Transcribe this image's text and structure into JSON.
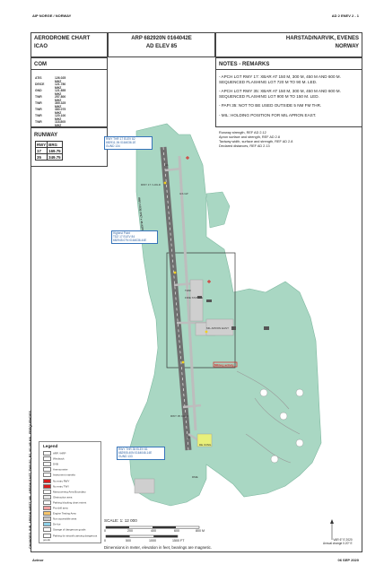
{
  "page_header": {
    "left": "AIP NORGE / NORWAY",
    "right": "AD 2 ENEV 2 - 1"
  },
  "title_block": {
    "chart_title_1": "AERODROME CHART",
    "chart_title_2": "ICAO",
    "arp": "ARP 682920N 0164042E",
    "elev": "AD ELEV 85",
    "aerodrome_1": "HARSTAD/NARVIK, EVENES",
    "aerodrome_2": "NORWAY"
  },
  "com": {
    "heading": "COM",
    "rows": [
      {
        "service": "ATIS",
        "freq": "126.025 MHZ"
      },
      {
        "service": "DEICE",
        "freq": "121.780 MHZ"
      },
      {
        "service": "GND",
        "freq": "121.855 MHZ"
      },
      {
        "service": "TWR",
        "freq": "257.800 MHZ"
      },
      {
        "service": "TWR",
        "freq": "369.325 MHZ"
      },
      {
        "service": "TWR",
        "freq": "380.075 MHZ"
      },
      {
        "service": "TWR",
        "freq": "120.100 MHZ"
      },
      {
        "service": "TWR",
        "freq": "118.805 MHZ"
      }
    ]
  },
  "notes": {
    "heading": "NOTES - REMARKS",
    "items": [
      "- APCH LGT RWY 17: XBAR AT 150 M, 300 M, 450 M AND 600 M. SEQUENCED FLASHING LGT 720 M TO 90 M. LED.",
      "- APCH LGT RWY 35: XBAR AT 150 M, 300 M, 450 M AND 600 M. SEQUENCED FLASHING LGT 900 M TO 150 M. LED.",
      "- PAPI 35: NOT TO BE USED OUTSIDE 5 NM FM THR.",
      "- MIL: HOLDING POSITION FOR MIL APRON EAST."
    ]
  },
  "runway": {
    "heading": "RUNWAY",
    "col_rwy": "RWY",
    "col_brg": "BRG",
    "rows": [
      {
        "rwy": "17",
        "brg": "169.75"
      },
      {
        "rwy": "35",
        "brg": "349.75"
      }
    ]
  },
  "references": [
    "Runway strength, REF AD 2.12",
    "Apron surface and strength, REF AD 2.8",
    "Taxiway width, surface and strength, REF AD 2.8",
    "Declared distances, REF AD 2.13"
  ],
  "callouts": {
    "thr17": [
      "RWY THR 17 ELEV 82",
      "682911.1N 0164036.1E",
      "GUND 134"
    ],
    "highest": [
      "Highest Point",
      "TDZ 17 ELEV 84",
      "682945.07N 0164036.44E"
    ],
    "thr35": [
      "RWY THR 35 ELEV 81",
      "682905.40N 0164046.14E",
      "GUND 133"
    ]
  },
  "map_labels": {
    "runway_text": "RWY 17/35 2797 x 45 ASPH",
    "twr": "TWR",
    "fire": "FIRE STATION",
    "mil_apron": "MIL APRON EAST",
    "military": "Military activity",
    "de_icing": "DE ICING",
    "a1": "A1",
    "a2": "A2",
    "holding_1": "RWY 17 / HOLD",
    "holding_2": "RWY 35 CAT II",
    "ils": "ILS GP",
    "dme": "DME"
  },
  "legend": {
    "heading": "Legend",
    "items": [
      "ARP / HRP",
      "Windsock",
      "DVB",
      "Anemometer",
      "Instrument marsela",
      "No entry RWY",
      "No entry TWY",
      "Manouvering Area Boundary",
      "Obstruction area",
      "Parking blocking chart extent",
      "Pro-drill area",
      "Engine Testing Area",
      "Non accessible area",
      "De-Ice",
      "Storage of dangerous goods",
      "Parking for aircraft carrying dangerous goods"
    ]
  },
  "scale": {
    "label": "SCALE: 1: 12 000",
    "m_ticks": [
      "0",
      "200",
      "400",
      "600",
      "800 M"
    ],
    "ft_ticks": [
      "0",
      "500",
      "1000",
      "1500 FT"
    ],
    "note": "Dimensions in meter, elevation in feet, bearings are magnetic."
  },
  "variation": [
    "VAR 6° E 2020",
    "Annual change 0.20° E"
  ],
  "changes": "CHANGES: BIB, APRON WEST, MIL APRON EAST, TWY B1, B2, N1-N5 MIL. FREQUENCIES.",
  "footer": {
    "left": "Avinor",
    "right": "06 SEP 2020"
  },
  "colors": {
    "terrain": "#a9d7c3",
    "runway": "#6f6f6f",
    "taxiway": "#bdbdbd",
    "callout": "#3573b9",
    "military": "#d92020"
  }
}
